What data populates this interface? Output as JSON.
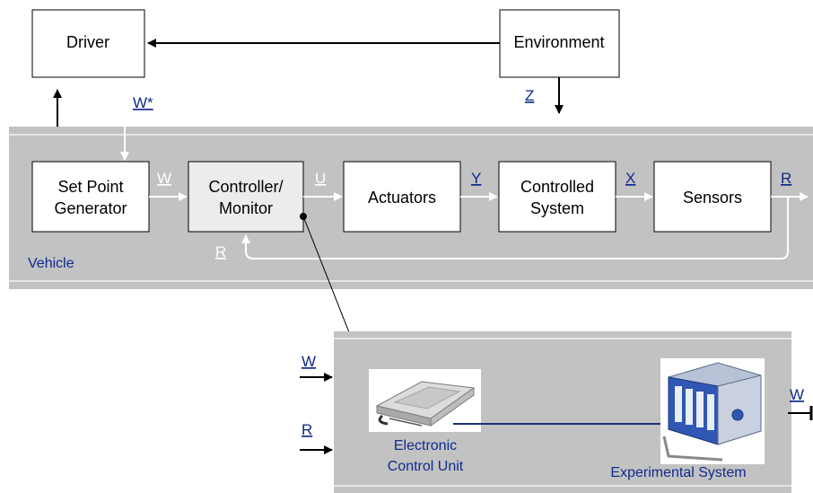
{
  "top_boxes": {
    "driver": "Driver",
    "environment": "Environment"
  },
  "blocks": {
    "set_point_generator": [
      "Set Point",
      "Generator"
    ],
    "controller_monitor": [
      "Controller/",
      "Monitor"
    ],
    "actuators": "Actuators",
    "controlled_system": [
      "Controlled",
      "System"
    ],
    "sensors": "Sensors"
  },
  "signals": {
    "w_star": "W*",
    "z": "Z",
    "w_internal": "W",
    "u": "U",
    "y": "Y",
    "x": "X",
    "r_out": "R",
    "r_feedback": "R",
    "w_in": "W",
    "r_in": "R",
    "w_out": "W"
  },
  "vehicle_label": "Vehicle",
  "detail": {
    "ecu_label": [
      "Electronic",
      "Control Unit"
    ],
    "experimental_label": "Experimental System"
  },
  "colors": {
    "band": "#c2c2c2",
    "band_line": "#e6e6e6",
    "signal_blue": "#0f2a8c",
    "controller_fill": "#ececec",
    "connector": "#1a2f7a"
  }
}
